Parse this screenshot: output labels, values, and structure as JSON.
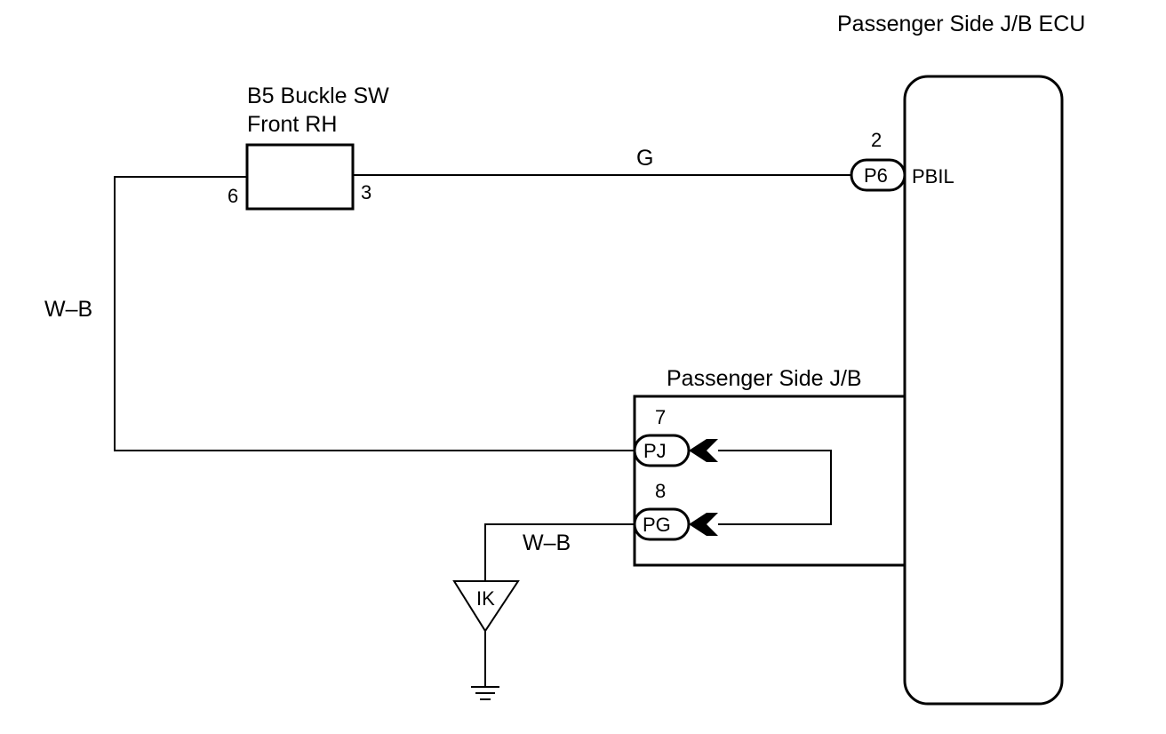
{
  "ecu": {
    "title": "Passenger Side J/B ECU",
    "pin_number": "2",
    "connector": "P6",
    "terminal": "PBIL"
  },
  "buckle_switch": {
    "title_line1": "B5 Buckle SW",
    "title_line2": "Front RH",
    "pin_left": "6",
    "pin_right": "3"
  },
  "wires": {
    "top_wire": "G",
    "left_wire": "W–B",
    "ground_wire": "W–B"
  },
  "junction_block": {
    "title": "Passenger Side J/B",
    "connector_pj_number": "7",
    "connector_pj": "PJ",
    "connector_pg_number": "8",
    "connector_pg": "PG"
  },
  "ground_point": {
    "label": "IK"
  }
}
